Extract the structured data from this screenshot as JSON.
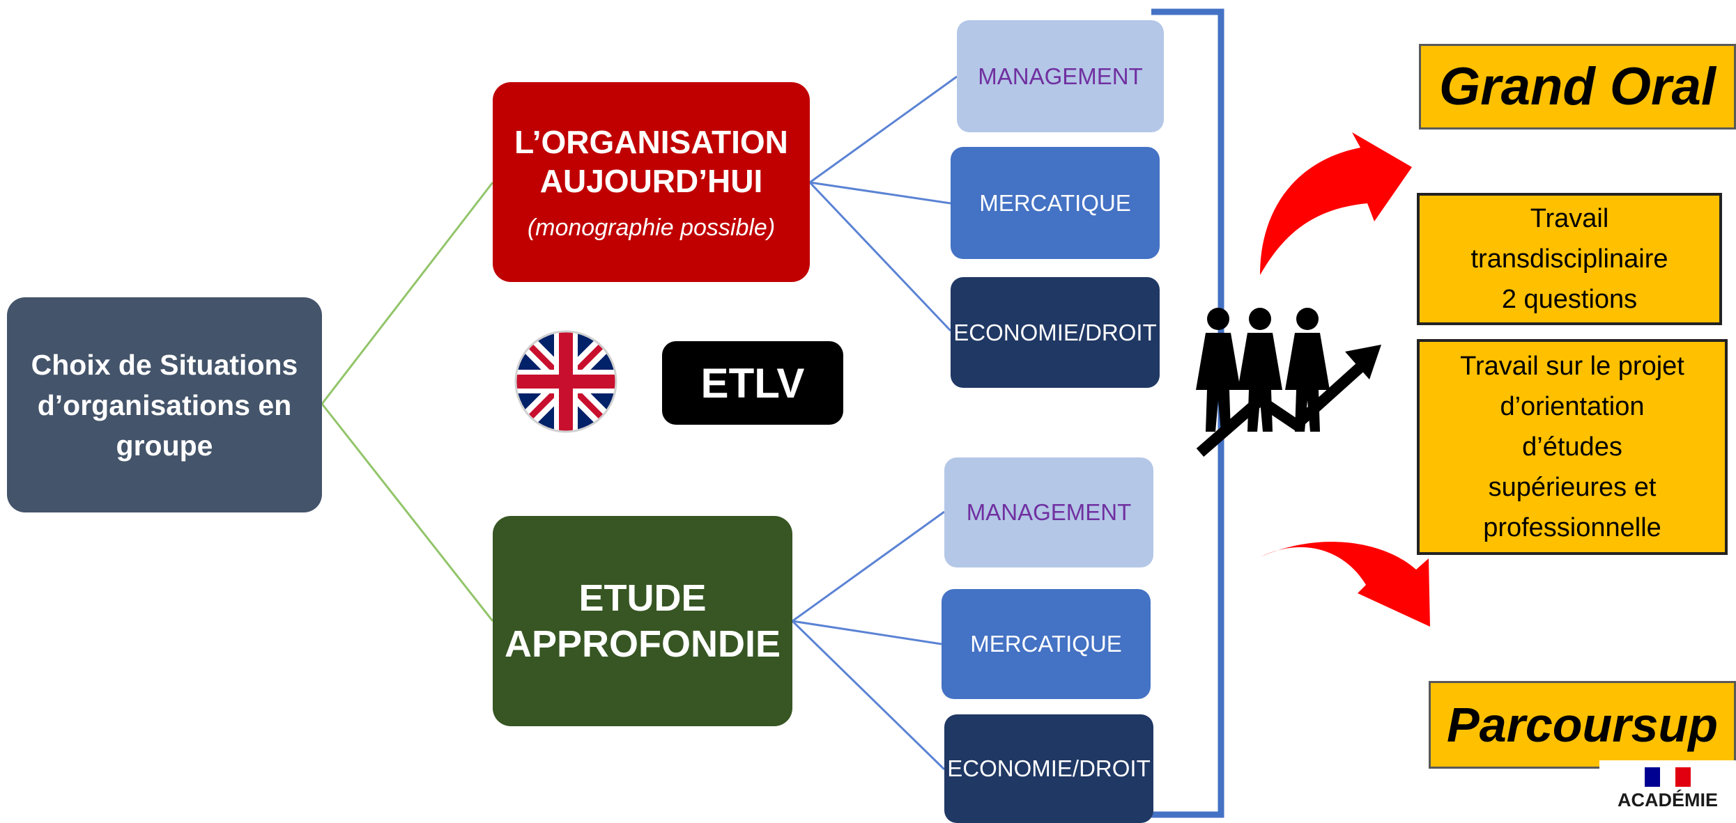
{
  "root": {
    "lines": [
      "Choix de Situations",
      "d’organisations en",
      "groupe"
    ]
  },
  "organisation": {
    "title_lines": [
      "L’ORGANISATION",
      "AUJOURD’HUI"
    ],
    "subtitle": "(monographie possible)"
  },
  "etude": {
    "title_lines": [
      "ETUDE",
      "APPROFONDIE"
    ]
  },
  "etlv": {
    "label": "ETLV",
    "flag_icon": "uk-flag-icon"
  },
  "top_branch": [
    "MANAGEMENT",
    "MERCATIQUE",
    "ECONOMIE/DROIT"
  ],
  "bottom_branch": [
    "MANAGEMENT",
    "MERCATIQUE",
    "ECONOMIE/DROIT"
  ],
  "outcomes": {
    "grand_oral": "Grand Oral",
    "travail_1_lines": [
      "Travail",
      "transdisciplinaire",
      "2 questions"
    ],
    "travail_2_lines": [
      "Travail sur le projet",
      "d’orientation",
      "d’études",
      "supérieures et",
      "professionnelle"
    ],
    "parcoursup": "Parcoursup"
  },
  "logo": {
    "text": "ACADÉMIE"
  },
  "colors": {
    "root": "#44546a",
    "organisation": "#c00000",
    "etude": "#375623",
    "management": "#b4c7e7",
    "mercatique": "#4472c4",
    "economie": "#203864",
    "gold": "#ffc000",
    "arrow": "#ff0000",
    "bracket": "#4472c4"
  }
}
